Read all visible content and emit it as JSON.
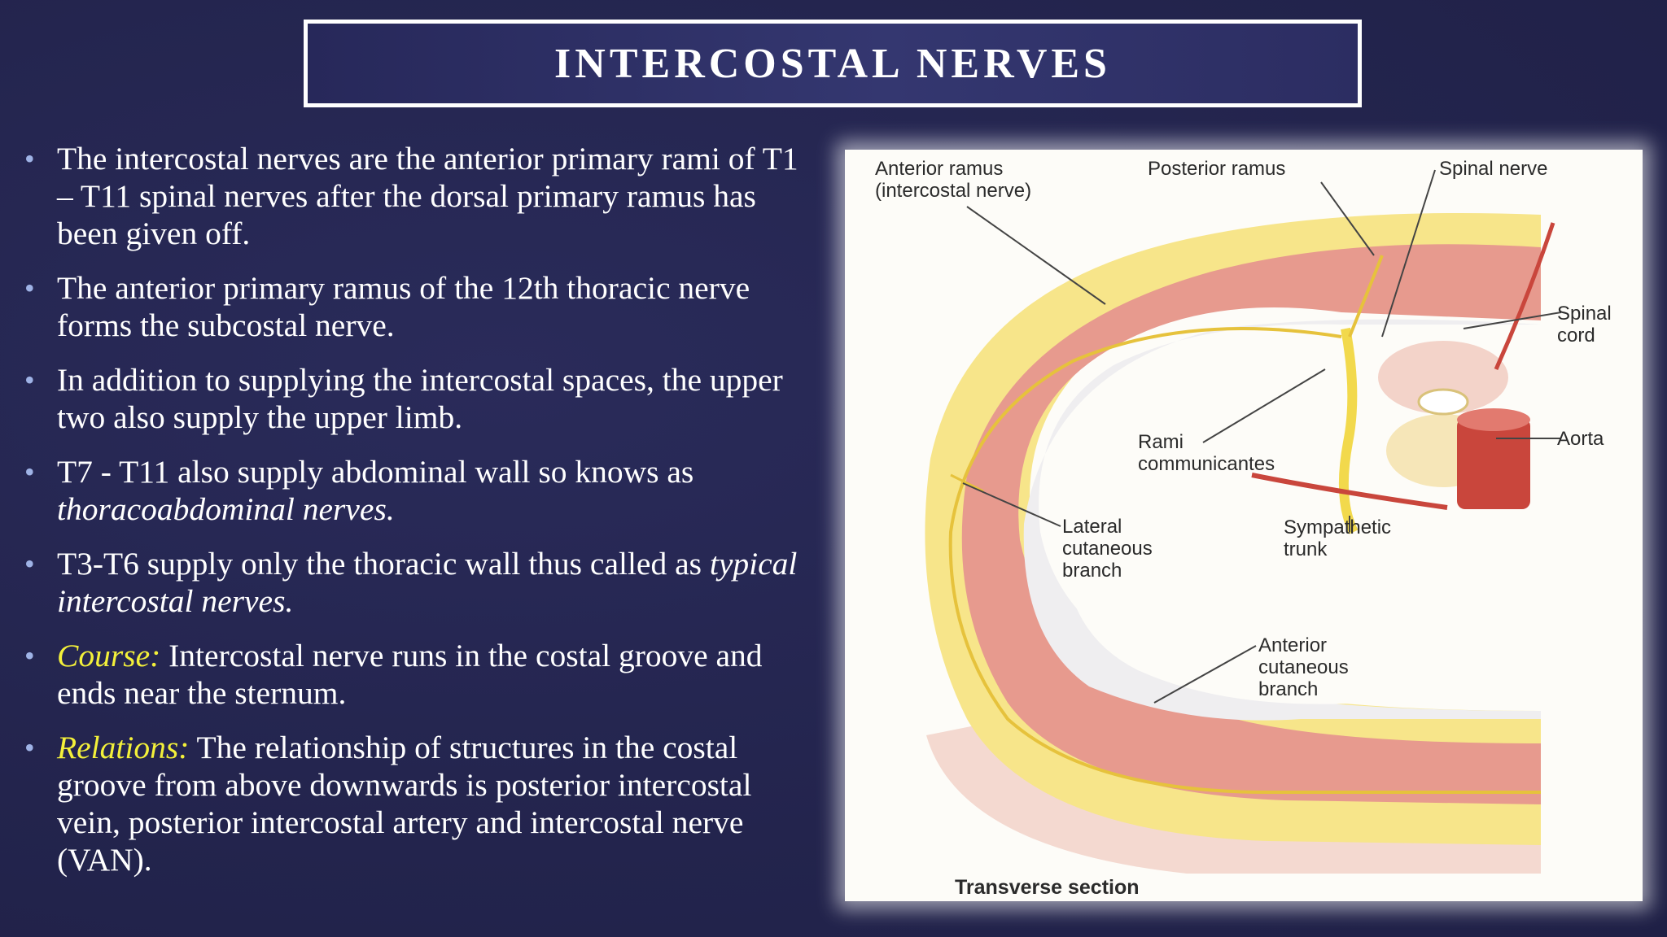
{
  "title": "INTERCOSTAL NERVES",
  "bullets": [
    {
      "text": "The intercostal nerves are the anterior primary rami of T1 – T11 spinal nerves after the dorsal primary ramus has been given off."
    },
    {
      "text": "The anterior primary ramus of the 12th thoracic nerve forms the subcostal nerve."
    },
    {
      "text": "In addition to supplying the intercostal spaces, the upper two also supply the upper limb."
    },
    {
      "text": "T7 - T11 also supply abdominal wall so knows as ",
      "italic": "thoracoabdominal nerves."
    },
    {
      "text": "T3-T6 supply only the thoracic wall thus called as ",
      "italic": "typical intercostal nerves."
    },
    {
      "label": "Course:",
      "text": " Intercostal nerve runs in the costal groove and ends near the sternum."
    },
    {
      "label": "Relations:",
      "text": " The relationship of structures in the costal groove from above downwards is posterior intercostal vein, posterior intercostal artery and intercostal nerve (VAN)."
    }
  ],
  "figure": {
    "labels": {
      "anterior_ramus": "Anterior ramus\n(intercostal nerve)",
      "posterior_ramus": "Posterior ramus",
      "spinal_nerve": "Spinal nerve",
      "spinal_cord": "Spinal\ncord",
      "aorta": "Aorta",
      "rami": "Rami\ncommunicantes",
      "lateral": "Lateral\ncutaneous\nbranch",
      "sympathetic": "Sympathetic\ntrunk",
      "anterior_cutaneous": "Anterior\ncutaneous\nbranch"
    },
    "caption": "Transverse section"
  },
  "colors": {
    "background": "#24254f",
    "highlight": "#f3f03a",
    "bullet": "#9fb3e6"
  }
}
